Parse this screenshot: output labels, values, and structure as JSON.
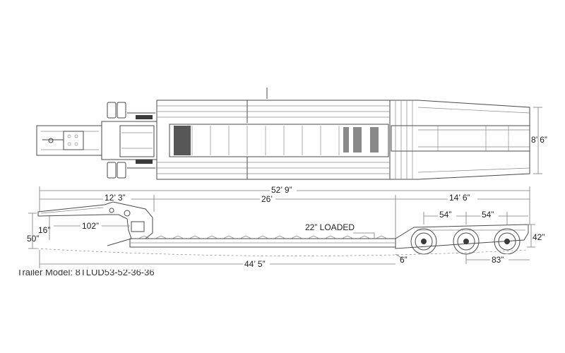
{
  "dimensions": {
    "overall_length": "52’ 9”",
    "gooseneck_length": "12’ 3”",
    "deck_length": "26’",
    "rear_section": "14’ 6”",
    "axle_spacing_1": "54”",
    "axle_spacing_2": "54”",
    "overall_width": "8’ 6”",
    "kingpin_to_deck": "102”",
    "gooseneck_drop": "16”",
    "front_height": "50”",
    "deck_height_loaded": "22” LOADED",
    "rear_height": "42”",
    "wheelbase": "44’ 5”",
    "rear_overhang": "83”",
    "rear_gap": "6”"
  },
  "caption": "Trailer Model: 8TLUD53-52-36-36"
}
